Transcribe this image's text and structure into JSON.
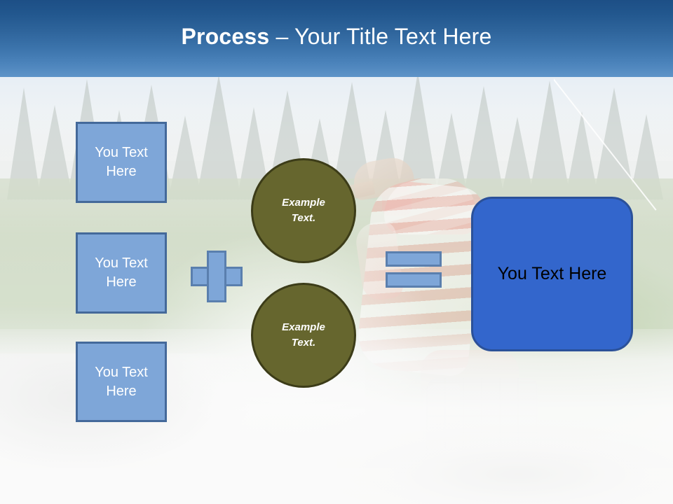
{
  "slide": {
    "title": {
      "strong": "Process",
      "rest": " – Your Title Text Here"
    },
    "background": {
      "description": "golfer-in-sand-bunker-photo",
      "washout": "true"
    },
    "colors": {
      "header_top": "#1D4F86",
      "header_bottom": "#5E93C8",
      "box_fill": "#7EA6D8",
      "box_border": "#44699A",
      "circle_fill": "#66662E",
      "circle_border": "#3C3C18",
      "result_fill": "#3366CC",
      "result_border": "#2B5199",
      "title_text": "#FFFFFF",
      "box_text": "#FFFFFF",
      "result_text": "#000000"
    },
    "input_boxes": [
      {
        "line1": "You Text",
        "line2": "Here"
      },
      {
        "line1": "You Text",
        "line2": "Here"
      },
      {
        "line1": "You Text",
        "line2": "Here"
      }
    ],
    "operators": {
      "plus": "+",
      "equals": "="
    },
    "circles": [
      {
        "line1": "Example",
        "line2": "Text."
      },
      {
        "line1": "Example",
        "line2": "Text."
      }
    ],
    "result": {
      "label": "You Text Here"
    }
  }
}
